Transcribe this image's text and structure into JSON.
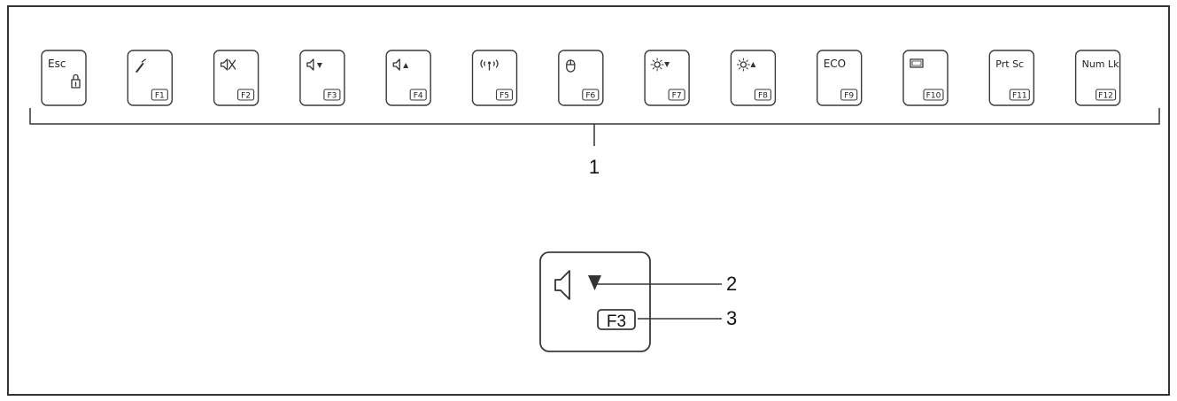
{
  "keys": [
    {
      "top": "Esc",
      "fn": "",
      "icon": "lock-icon"
    },
    {
      "top": "",
      "fn": "F1",
      "icon": "microphone-icon"
    },
    {
      "top": "",
      "fn": "F2",
      "icon": "mute-icon"
    },
    {
      "top": "",
      "fn": "F3",
      "icon": "volume-down-icon"
    },
    {
      "top": "",
      "fn": "F4",
      "icon": "volume-up-icon"
    },
    {
      "top": "",
      "fn": "F5",
      "icon": "wireless-icon"
    },
    {
      "top": "",
      "fn": "F6",
      "icon": "touchpad-icon"
    },
    {
      "top": "",
      "fn": "F7",
      "icon": "brightness-down-icon"
    },
    {
      "top": "",
      "fn": "F8",
      "icon": "brightness-up-icon"
    },
    {
      "top": "ECO",
      "fn": "F9",
      "icon": ""
    },
    {
      "top": "",
      "fn": "F10",
      "icon": "display-icon"
    },
    {
      "top": "Prt Sc",
      "fn": "F11",
      "icon": ""
    },
    {
      "top": "Num Lk",
      "fn": "F12",
      "icon": ""
    }
  ],
  "detail": {
    "fn": "F3",
    "icon": "volume-down-icon"
  },
  "callouts": {
    "one": "1",
    "two": "2",
    "three": "3"
  }
}
